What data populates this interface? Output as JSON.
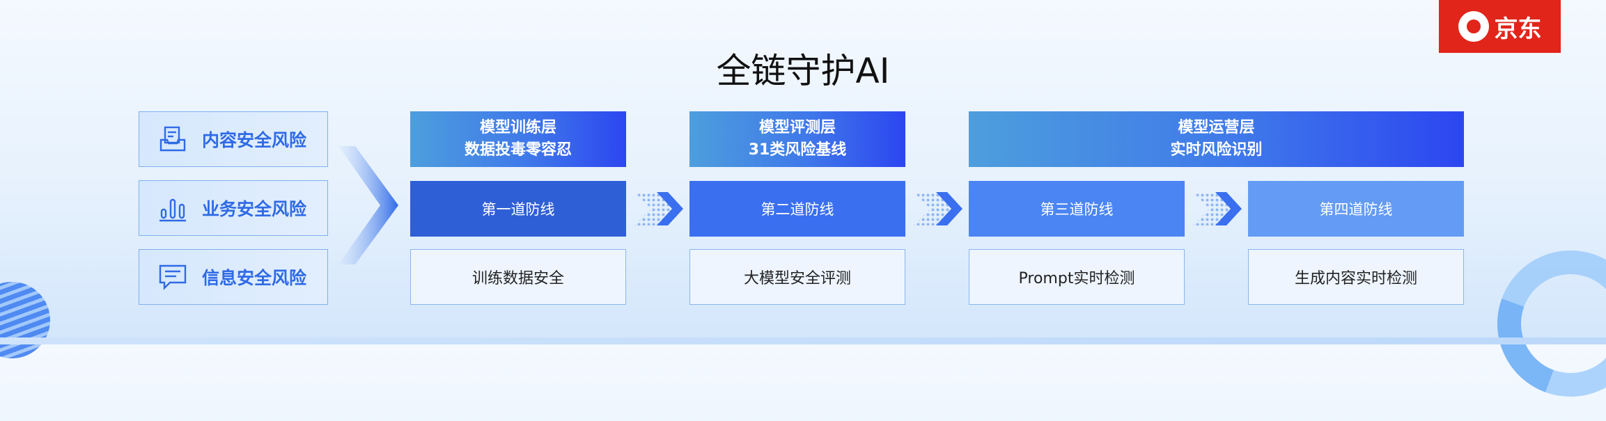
{
  "logo": {
    "text": "京东"
  },
  "title": "全链守护AI",
  "risks": [
    {
      "label": "内容安全风险",
      "icon": "document-stack-icon"
    },
    {
      "label": "业务安全风险",
      "icon": "bar-chart-icon"
    },
    {
      "label": "信息安全风险",
      "icon": "chat-bubble-icon"
    }
  ],
  "layers": [
    {
      "line1": "模型训练层",
      "line2": "数据投毒零容忍"
    },
    {
      "line1": "模型评测层",
      "line2": "31类风险基线"
    },
    {
      "line1": "模型运营层",
      "line2": "实时风险识别"
    }
  ],
  "defense_lines": [
    {
      "label": "第一道防线",
      "color": "#2f5fd6"
    },
    {
      "label": "第二道防线",
      "color": "#3a6ff0"
    },
    {
      "label": "第三道防线",
      "color": "#4b85f3"
    },
    {
      "label": "第四道防线",
      "color": "#649bf4"
    }
  ],
  "capabilities": [
    {
      "label": "训练数据安全"
    },
    {
      "label": "大模型安全评测"
    },
    {
      "label": "Prompt实时检测"
    },
    {
      "label": "生成内容实时检测"
    }
  ],
  "colors": {
    "logo_red": "#e1251b",
    "accent_blue": "#2f6ae6"
  }
}
